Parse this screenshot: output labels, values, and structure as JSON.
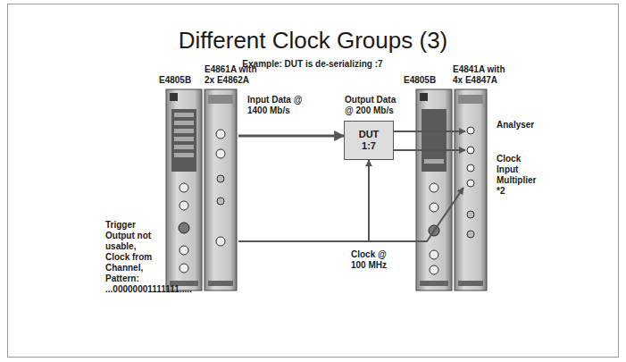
{
  "diagram": {
    "title": "Different Clock Groups (3)",
    "nodes": [
      {
        "text": [
          "E4805B"
        ]
      },
      {
        "text": [
          "E4861A with 2x E4862A"
        ]
      },
      {
        "text": [
          "DUT 1:7"
        ]
      },
      {
        "text": [
          "E4805B"
        ]
      },
      {
        "text": [
          "E4841A with 4x E4847A"
        ]
      }
    ],
    "edges": [
      {
        "from": 1,
        "to": 2,
        "arrow": "to",
        "label": "Input Data @ 1400 Mb/s"
      },
      {
        "from": 2,
        "to": 4,
        "arrow": "to",
        "label": "Output Data @ 200 Mb/s"
      },
      {
        "from": 2,
        "to": 4,
        "arrow": "to"
      },
      {
        "from": 1,
        "to": 2,
        "arrow": "to",
        "label": "Clock @ 100 MHz"
      },
      {
        "from": 1,
        "to": 4,
        "arrow": "to"
      }
    ],
    "labels": [
      "Example: DUT is de-serializing :7",
      "Analyser",
      "Clock Input Multiplier *2",
      "Trigger Output not usable, Clock from Channel, Pattern: ...00000001111111....."
    ]
  }
}
